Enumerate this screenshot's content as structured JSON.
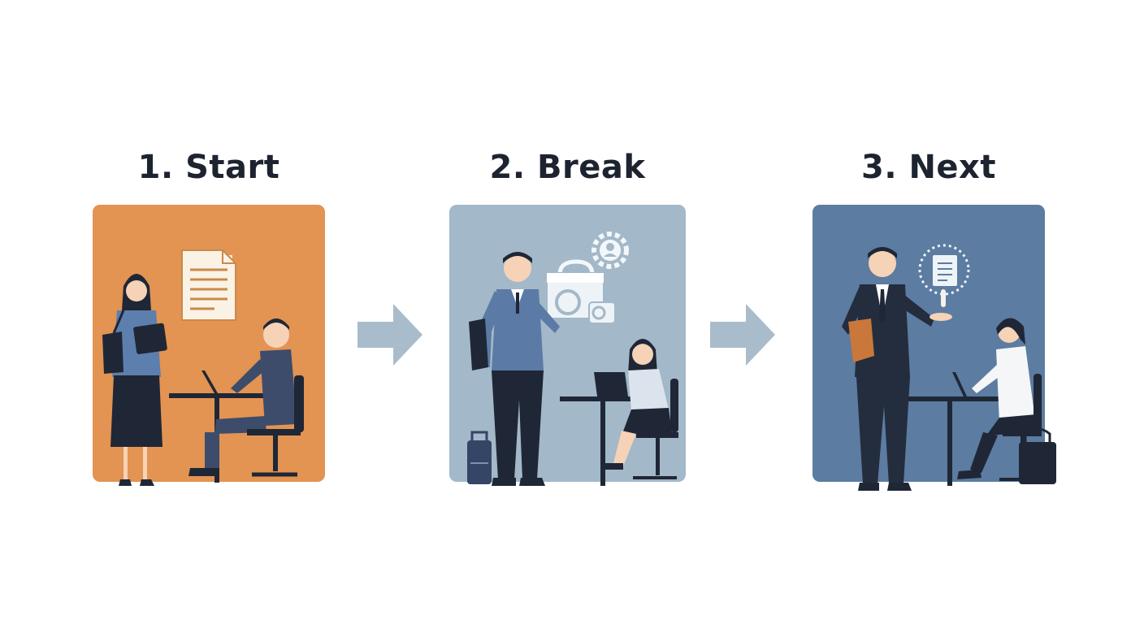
{
  "steps": [
    {
      "label": "1. Start",
      "color": "#e39352"
    },
    {
      "label": "2. Break",
      "color": "#a3b8c8"
    },
    {
      "label": "3. Next",
      "color": "#5c7ca1"
    }
  ],
  "colors": {
    "title": "#1d2430",
    "arrow": "#a9bccb",
    "figure_dark": "#1f2736",
    "icon_fill": "#fbf2e6"
  },
  "icons": [
    "document-stack-icon",
    "camera-bag-icon",
    "gear-person-icon",
    "document-ring-icon"
  ]
}
